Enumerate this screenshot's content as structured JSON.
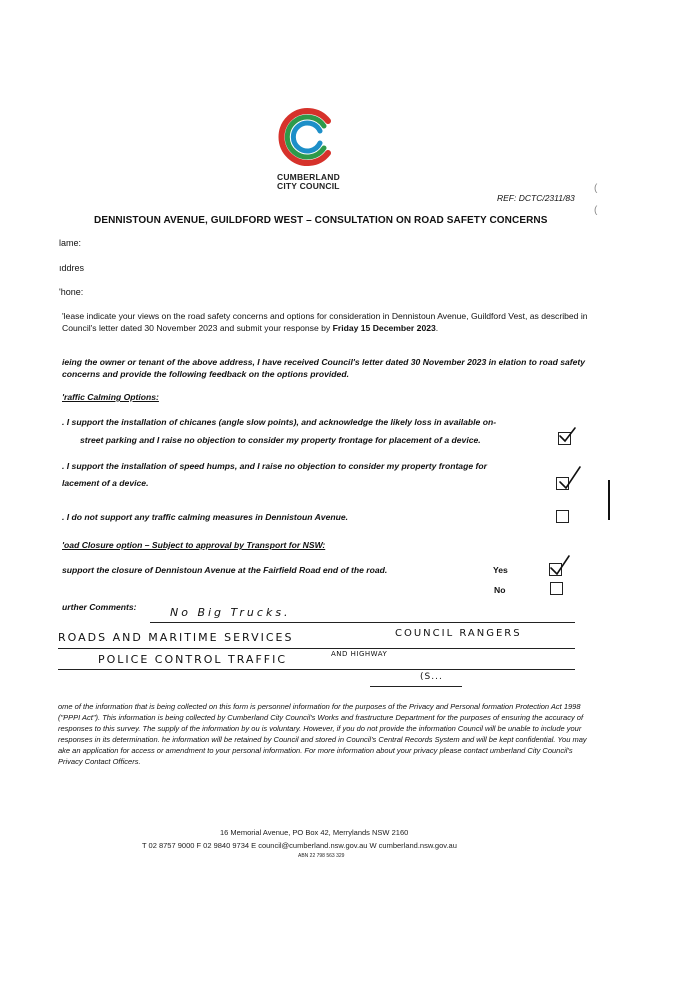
{
  "header": {
    "council_line1": "CUMBERLAND",
    "council_line2": "CITY COUNCIL",
    "ref": "REF: DCTC/2311/83",
    "title": "DENNISTOUN AVENUE, GUILDFORD WEST – CONSULTATION ON ROAD SAFETY CONCERNS"
  },
  "fields": {
    "name_label": "lame:",
    "address_label": "ıddres",
    "phone_label": "'hone:"
  },
  "intro": {
    "text_a": "'lease indicate your views on the road safety concerns and options for consideration in Dennistoun Avenue, Guildford Vest, as described in Council's letter dated 30 November 2023 and submit your response by ",
    "deadline": "Friday 15 December 2023",
    "text_b": "."
  },
  "declaration": "ieing the owner or tenant of the above address, I have received Council's letter dated 30 November 2023 in elation to road safety concerns and provide the following feedback on the options provided.",
  "traffic_heading": "'raffic Calming Options:",
  "options": [
    {
      "line1": ". I support the installation of chicanes (angle slow points), and acknowledge the likely loss in available on-",
      "line2": "street parking and I raise no objection to consider my property frontage for placement of a device.",
      "checked": true
    },
    {
      "line1": ". I support the installation of speed humps, and I raise no objection to consider my property frontage for",
      "line2": "lacement of a device.",
      "checked": true
    },
    {
      "line1": ". I do not support any traffic calming measures in Dennistoun Avenue.",
      "checked": false
    }
  ],
  "road_closure": {
    "heading": "'oad Closure option – Subject to approval by Transport for NSW:",
    "statement": "support the closure of Dennistoun Avenue at the Fairfield Road end of the road.",
    "yes_label": "Yes",
    "no_label": "No",
    "yes_checked": true,
    "no_checked": false
  },
  "comments": {
    "label": "urther Comments:",
    "line1": "No Big Trucks.",
    "line2a": "ROADS AND MARITIME SERVICES",
    "line2b": "COUNCIL RANGERS",
    "line3": "POLICE CONTROL TRAFFIC",
    "line3_small": "AND HIGHWAY",
    "line4": "(S..."
  },
  "privacy": "ome of the information that is being collected on this form is personnel information for the purposes of the Privacy and Personal formation Protection Act 1998 (\"PPPI Act\"). This information is being collected by Cumberland City Council's Works and frastructure Department for the purposes of ensuring the accuracy of responses to this survey. The supply of the information by ou is voluntary. However, if you do not provide the information Council will be unable to include your responses in its determination. he information will be retained by Council and stored in Council's Central Records System and will be kept confidential. You may ake an application for access or amendment to your personal information. For more information about your privacy please contact umberland City Council's Privacy Contact Officers.",
  "footer": {
    "address": "16 Memorial Avenue, PO Box 42, Merrylands NSW 2160",
    "contacts": "T 02 8757 9000   F 02 9840 9734   E council@cumberland.nsw.gov.au   W cumberland.nsw.gov.au",
    "abn": "ABN 22 798 563 329"
  },
  "colors": {
    "logo_green": "#2e9a4a",
    "logo_red": "#d6322b",
    "logo_blue": "#1d8fc8"
  }
}
